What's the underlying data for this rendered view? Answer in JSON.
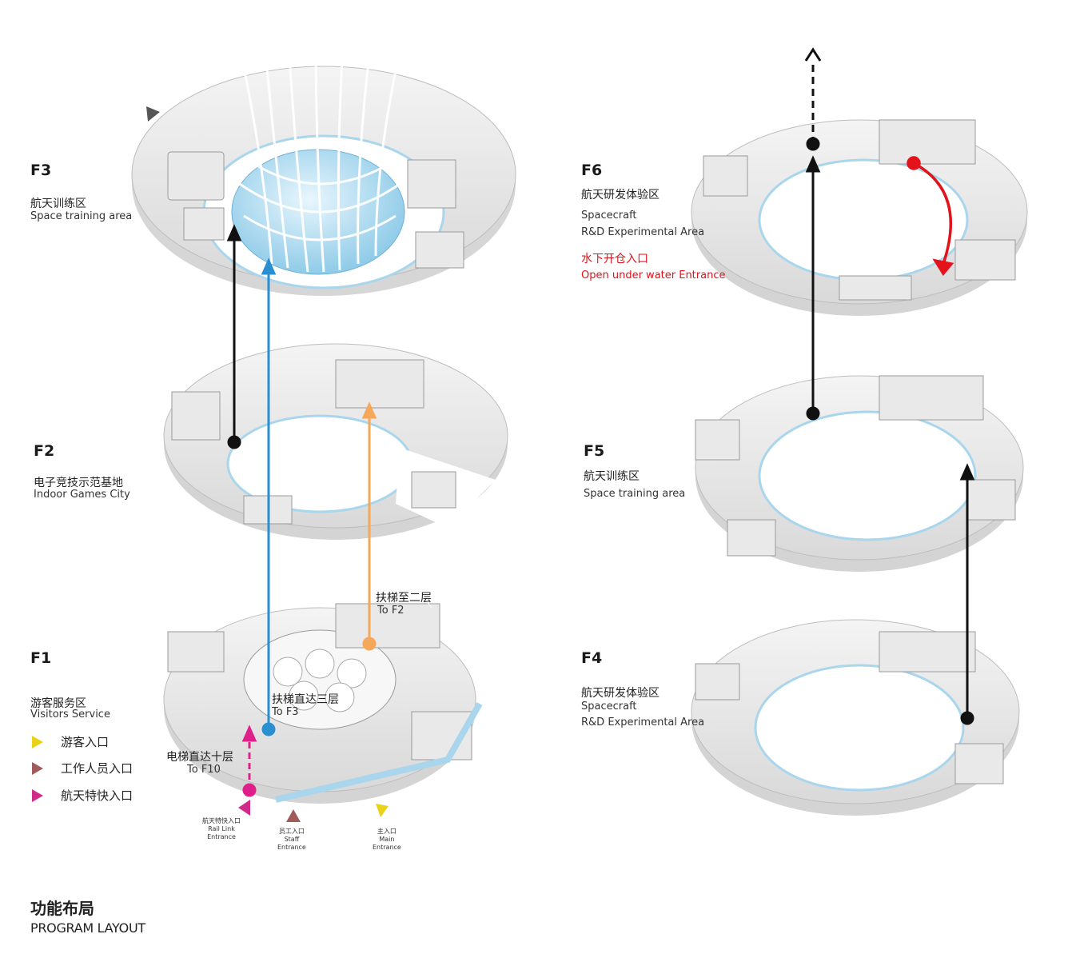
{
  "floors": {
    "f3": {
      "code": "F3",
      "zh": "航天训练区",
      "en": "Space training area"
    },
    "f2": {
      "code": "F2",
      "zh": "电子竞技示范基地",
      "en": "Indoor Games City"
    },
    "f1": {
      "code": "F1",
      "zh": "游客服务区",
      "en": "Visitors Service"
    },
    "f6": {
      "code": "F6",
      "zh": "航天研发体验区",
      "en_line1": "Spacecraft",
      "en_line2": "R&D Experimental Area",
      "red_zh": "水下开仓入口",
      "red_en": "Open under water Entrance"
    },
    "f5": {
      "code": "F5",
      "zh": "航天训练区",
      "en": "Space training area"
    },
    "f4": {
      "code": "F4",
      "zh": "航天研发体验区",
      "en_line1": "Spacecraft",
      "en_line2": "R&D Experimental Area"
    }
  },
  "legend": [
    {
      "label": "游客入口",
      "color": "#e8d21a"
    },
    {
      "label": "工作人员入口",
      "color": "#a05a5a"
    },
    {
      "label": "航天特快入口",
      "color": "#d02a8a"
    }
  ],
  "annotations": {
    "escalator_f2_zh": "扶梯至二层",
    "escalator_f2_en": "To F2",
    "escalator_f3_zh": "扶梯直达三层",
    "escalator_f3_en": "To F3",
    "elevator_zh": "电梯直达十层",
    "elevator_en": "To F10",
    "rail_zh": "航天特快入口",
    "rail_en1": "Rail Link",
    "rail_en2": "Entrance",
    "staff_zh": "员工入口",
    "staff_en1": "Staff",
    "staff_en2": "Entrance",
    "main_zh": "主入口",
    "main_en1": "Main",
    "main_en2": "Entrance"
  },
  "title": {
    "zh": "功能布局",
    "en": "PROGRAM LAYOUT"
  },
  "colors": {
    "black_arrow": "#111111",
    "blue_arrow": "#2a8fd0",
    "orange_arrow": "#f5a85a",
    "magenta_arrow": "#e0208a",
    "red_arrow": "#e3121b",
    "glass": "#bfe6f7"
  }
}
